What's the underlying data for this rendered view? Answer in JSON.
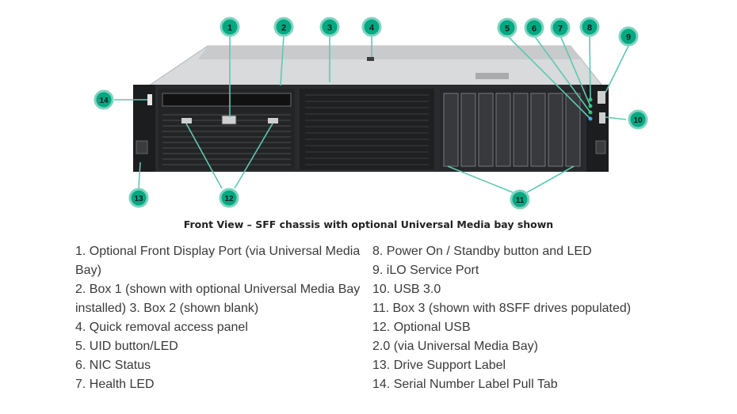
{
  "callouts": [
    "1",
    "2",
    "3",
    "4",
    "5",
    "6",
    "7",
    "8",
    "9",
    "10",
    "11",
    "12",
    "13",
    "14"
  ],
  "caption": "Front View – SFF chassis with optional Universal Media bay shown",
  "legend_left": [
    "1. Optional Front Display Port (via Universal Media Bay)",
    "2. Box 1 (shown with optional Universal Media Bay installed) 3. Box 2 (shown blank)",
    "4. Quick removal access panel",
    "5. UID button/LED",
    "6. NIC Status",
    "7. Health LED"
  ],
  "legend_right": [
    "8. Power On / Standby button and LED",
    "9. iLO Service Port",
    "10. USB 3.0",
    "11. Box 3 (shown with 8SFF drives populated)",
    "12. Optional USB",
    "2.0 (via Universal Media Bay)",
    "13. Drive Support Label",
    "14. Serial Number Label Pull Tab"
  ],
  "colors": {
    "callout_fill": "#01a982",
    "callout_ring": "#7fd3bf",
    "leader": "#5fc8b0"
  }
}
